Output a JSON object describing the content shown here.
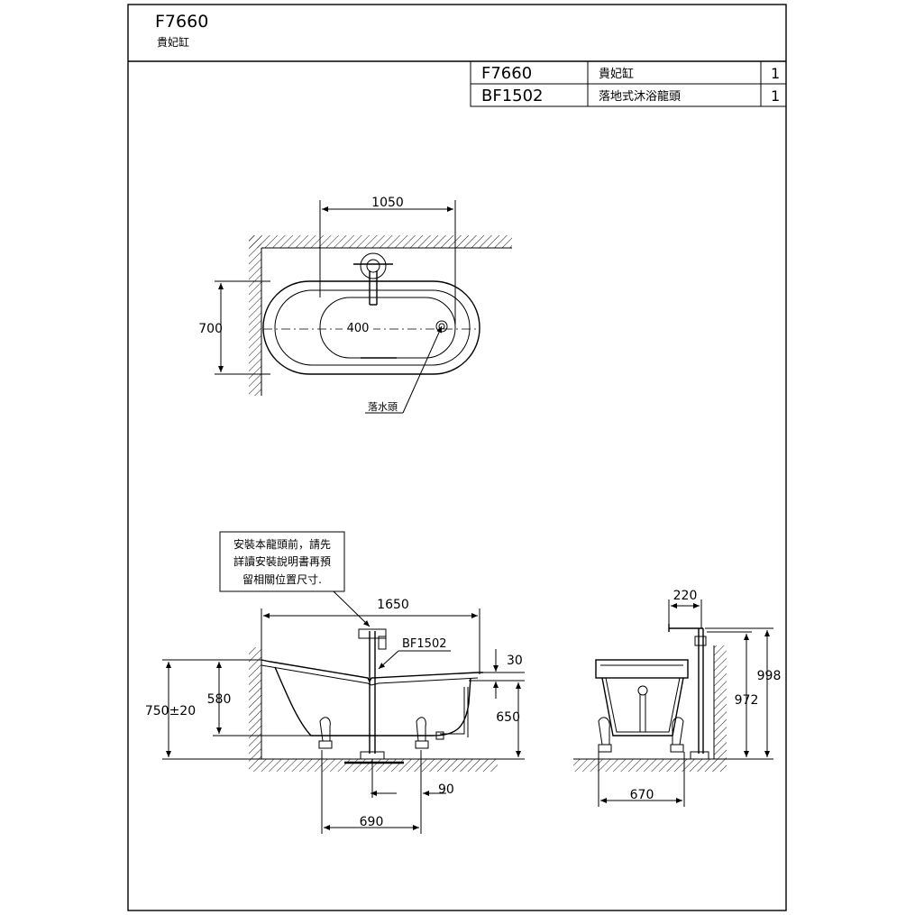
{
  "title_block": {
    "model": "F7660",
    "name": "貴妃缸"
  },
  "parts_table": {
    "rows": [
      {
        "code": "F7660",
        "name": "貴妃缸",
        "qty": "1"
      },
      {
        "code": "BF1502",
        "name": "落地式沐浴龍頭",
        "qty": "1"
      }
    ]
  },
  "plan_view": {
    "dim_length": "1050",
    "dim_width": "700",
    "dim_inner": "400",
    "drain_label": "落水頭"
  },
  "side_view": {
    "note_lines": [
      "安裝本龍頭前，請先",
      "詳讀安裝說明書再預",
      "留相關位置尺寸."
    ],
    "dim_length": "1650",
    "faucet_label": "BF1502",
    "dim_rim": "30",
    "dim_total_height": "750±20",
    "dim_inner_height": "580",
    "dim_650": "650",
    "dim_90": "90",
    "dim_690": "690"
  },
  "end_view": {
    "dim_220": "220",
    "dim_998": "998",
    "dim_972": "972",
    "dim_670": "670"
  }
}
